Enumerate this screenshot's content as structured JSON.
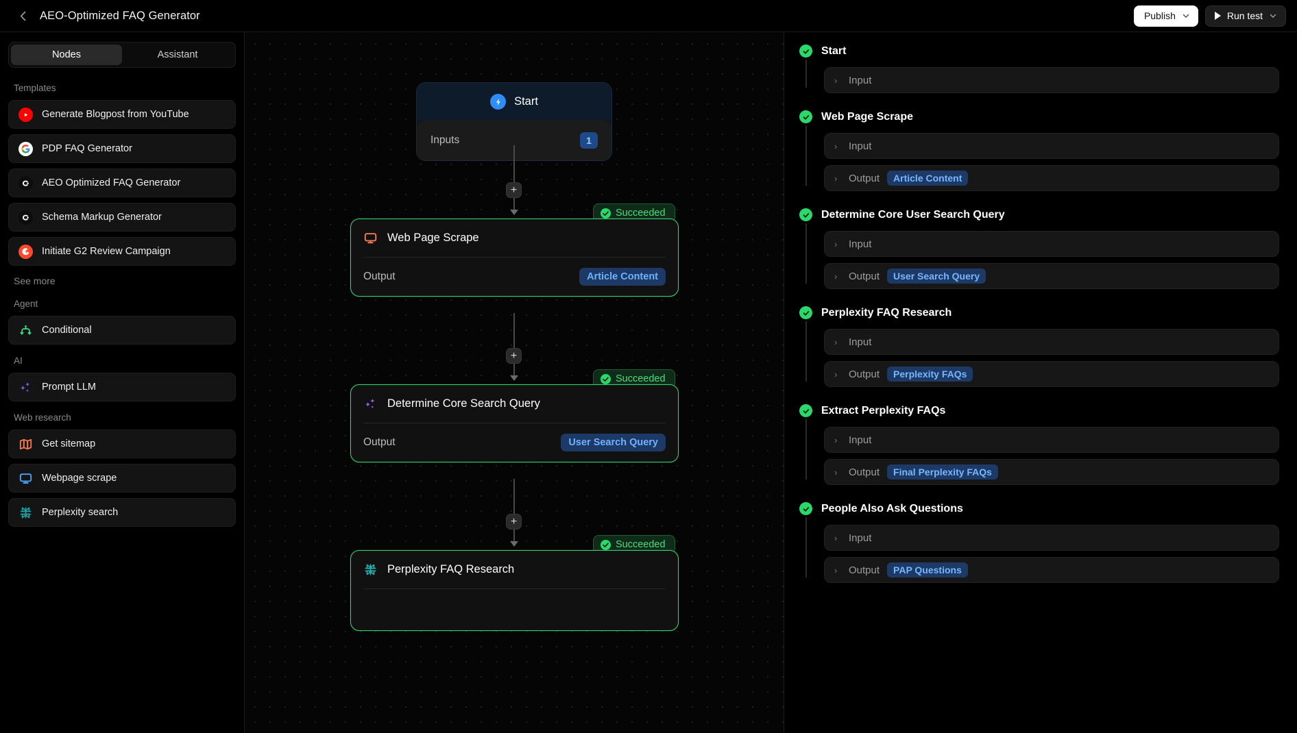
{
  "topbar": {
    "back_icon": "chevron-left-icon",
    "title": "AEO-Optimized FAQ Generator",
    "publish_label": "Publish",
    "run_test_label": "Run test"
  },
  "sidebar": {
    "tabs": [
      {
        "label": "Nodes",
        "active": true
      },
      {
        "label": "Assistant",
        "active": false
      }
    ],
    "sections": [
      {
        "label": "Templates",
        "items": [
          {
            "label": "Generate Blogpost from YouTube",
            "icon": "youtube-icon",
            "color": "#ff0000"
          },
          {
            "label": "PDP FAQ Generator",
            "icon": "google-icon",
            "color": "#ffffff"
          },
          {
            "label": "AEO Optimized FAQ Generator",
            "icon": "ahrefs-icon",
            "color": "#ffffff"
          },
          {
            "label": "Schema Markup Generator",
            "icon": "ahrefs-icon",
            "color": "#ffffff"
          },
          {
            "label": "Initiate G2 Review Campaign",
            "icon": "g2-icon",
            "color": "#ff492c"
          }
        ],
        "footer_link": "See more"
      },
      {
        "label": "Agent",
        "items": [
          {
            "label": "Conditional",
            "icon": "branch-icon",
            "color": "#3ddc84"
          }
        ]
      },
      {
        "label": "AI",
        "items": [
          {
            "label": "Prompt LLM",
            "icon": "sparkles-icon",
            "color": "#8b5cf6"
          }
        ]
      },
      {
        "label": "Web research",
        "items": [
          {
            "label": "Get sitemap",
            "icon": "map-icon",
            "color": "#ff7a45"
          },
          {
            "label": "Webpage scrape",
            "icon": "monitor-icon",
            "color": "#4aa3ff"
          },
          {
            "label": "Perplexity search",
            "icon": "perplexity-icon",
            "color": "#20a4a4"
          }
        ]
      }
    ]
  },
  "canvas": {
    "nodes": [
      {
        "id": "start",
        "title": "Start",
        "icon": "bolt-icon",
        "row_label": "Inputs",
        "row_value": "1",
        "status": null
      },
      {
        "id": "web-page-scrape",
        "title": "Web Page Scrape",
        "icon": "monitor-icon",
        "row_label": "Output",
        "row_value": "Article Content",
        "status": "Succeeded"
      },
      {
        "id": "determine-core-search-query",
        "title": "Determine Core Search Query",
        "icon": "sparkles-icon",
        "row_label": "Output",
        "row_value": "User Search Query",
        "status": "Succeeded"
      },
      {
        "id": "perplexity-faq-research",
        "title": "Perplexity FAQ Research",
        "icon": "perplexity-icon",
        "row_label": "",
        "row_value": "",
        "status": "Succeeded"
      }
    ],
    "add_button_label": "+"
  },
  "run_panel": {
    "groups": [
      {
        "name": "Start",
        "status": "succeeded",
        "rows": [
          {
            "label": "Input",
            "chip": ""
          }
        ]
      },
      {
        "name": "Web Page Scrape",
        "status": "succeeded",
        "rows": [
          {
            "label": "Input",
            "chip": ""
          },
          {
            "label": "Output",
            "chip": "Article Content"
          }
        ]
      },
      {
        "name": "Determine Core User Search Query",
        "status": "succeeded",
        "rows": [
          {
            "label": "Input",
            "chip": ""
          },
          {
            "label": "Output",
            "chip": "User Search Query"
          }
        ]
      },
      {
        "name": "Perplexity FAQ Research",
        "status": "succeeded",
        "rows": [
          {
            "label": "Input",
            "chip": ""
          },
          {
            "label": "Output",
            "chip": "Perplexity FAQs"
          }
        ]
      },
      {
        "name": "Extract Perplexity FAQs",
        "status": "succeeded",
        "rows": [
          {
            "label": "Input",
            "chip": ""
          },
          {
            "label": "Output",
            "chip": "Final Perplexity FAQs"
          }
        ]
      },
      {
        "name": "People Also Ask Questions",
        "status": "succeeded",
        "rows": [
          {
            "label": "Input",
            "chip": ""
          },
          {
            "label": "Output",
            "chip": "PAP Questions"
          }
        ]
      }
    ]
  },
  "colors": {
    "success": "#35d36f",
    "accent_blue": "#2f8df7",
    "chip_blue_bg": "#1d3a66",
    "chip_blue_fg": "#77b6ff"
  }
}
